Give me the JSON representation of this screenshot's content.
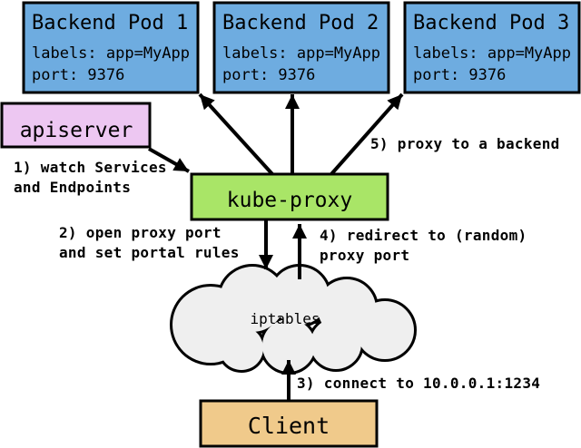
{
  "diagram": {
    "nodes": {
      "pods": [
        {
          "title": "Backend Pod 1",
          "labels": "labels: app=MyApp",
          "port": "port: 9376"
        },
        {
          "title": "Backend Pod 2",
          "labels": "labels: app=MyApp",
          "port": "port: 9376"
        },
        {
          "title": "Backend Pod 3",
          "labels": "labels: app=MyApp",
          "port": "port: 9376"
        }
      ],
      "apiserver": {
        "label": "apiserver"
      },
      "kube_proxy": {
        "label": "kube-proxy"
      },
      "iptables": {
        "label": "iptables"
      },
      "client": {
        "label": "Client"
      }
    },
    "steps": [
      {
        "lines": [
          "1) watch Services",
          "and Endpoints"
        ]
      },
      {
        "lines": [
          "2) open proxy port",
          "and set portal rules"
        ]
      },
      {
        "lines": [
          "3) connect to 10.0.0.1:1234"
        ]
      },
      {
        "lines": [
          "4) redirect to (random)",
          "proxy port"
        ]
      },
      {
        "lines": [
          "5) proxy to a backend"
        ]
      }
    ],
    "colors": {
      "pod_fill": "#6EACE0",
      "apiserver_fill": "#EDC7F2",
      "kube_proxy_fill": "#A9E567",
      "client_fill": "#F0CA8B",
      "cloud_fill": "#EFEFEF",
      "outline": "#000000"
    }
  }
}
